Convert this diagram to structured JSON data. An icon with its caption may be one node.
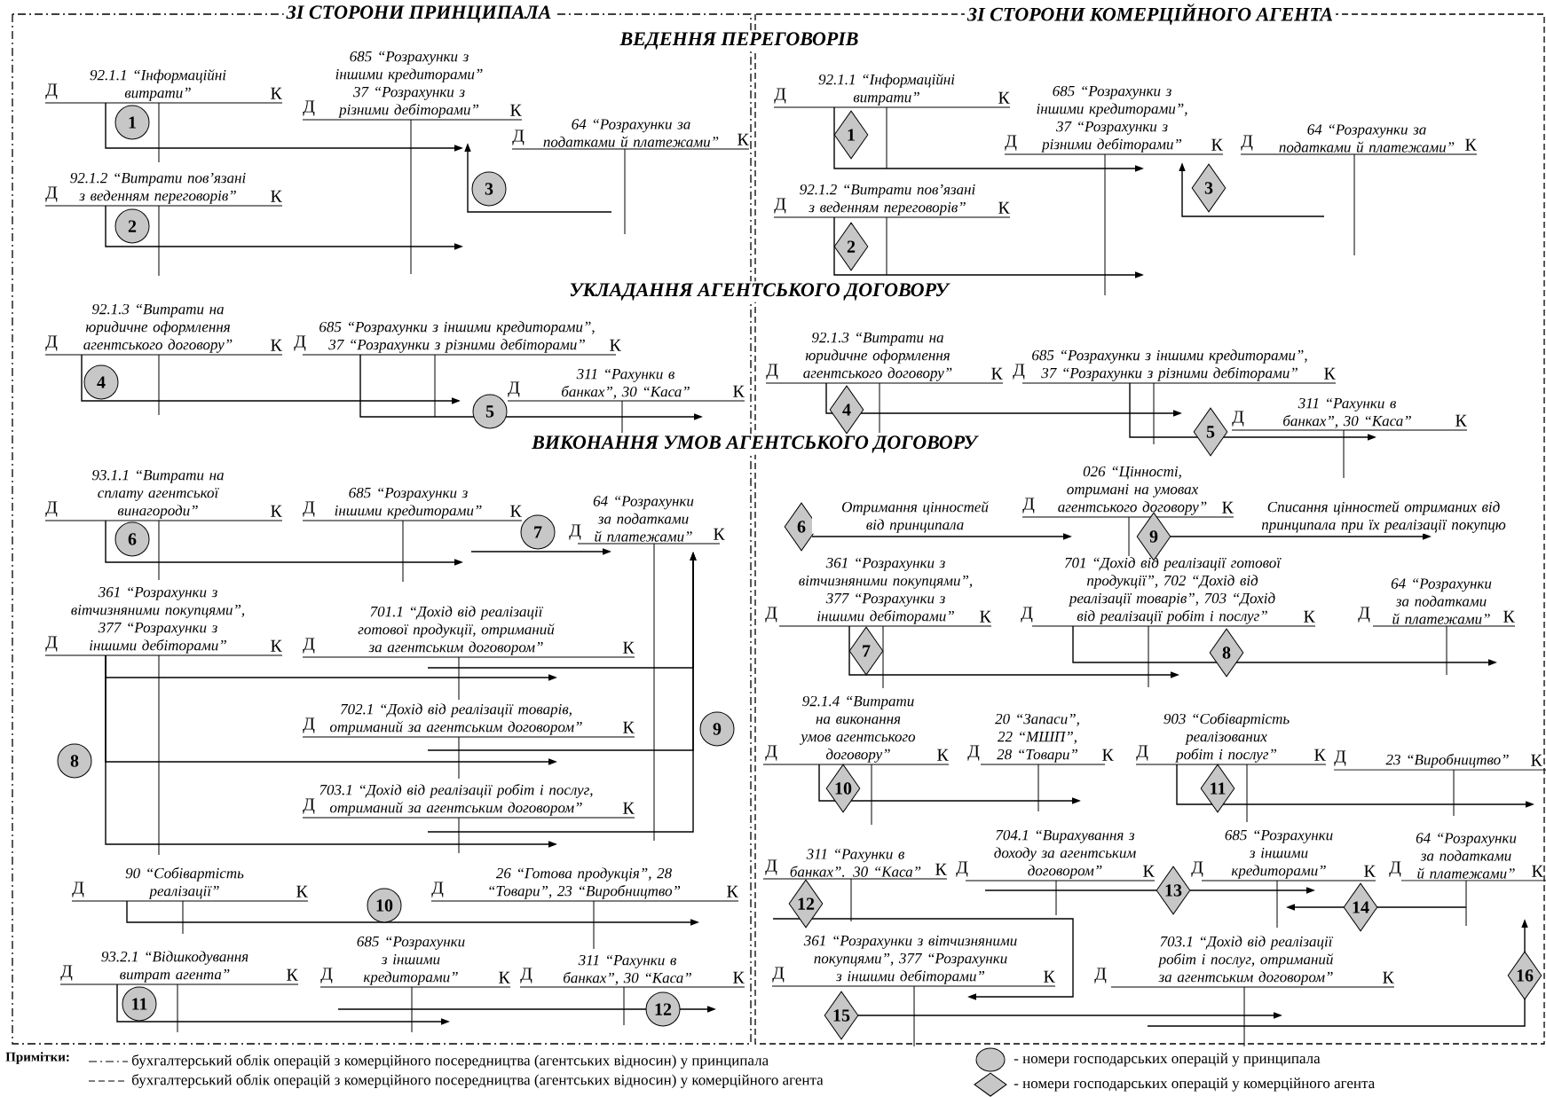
{
  "diagram": {
    "nodes": [
      {
        "text": [
          "ЗІ СТОРОНИ ПРИНЦИПАЛА"
        ]
      },
      {
        "text": [
          "Д",
          "92.1.1 “Інформаційні витрати”",
          "К"
        ],
        "in": 0
      },
      {
        "text": [
          "Д",
          "685 “Розрахунки з іншими кредиторами” 37 “Розрахунки з різними дебіторами”",
          "К"
        ],
        "in": 0
      },
      {
        "text": [
          "Д",
          "64 “Розрахунки за податками й платежами”",
          "К"
        ],
        "in": 0
      },
      {
        "text": [
          "Д",
          "92.1.2 “Витрати пов’язані з веденням переговорів”",
          "К"
        ],
        "in": 0
      },
      {
        "text": [
          "Д",
          "92.1.3 “Витрати на юридичне оформлення агентського договору”",
          "К"
        ],
        "in": 0
      },
      {
        "text": [
          "Д",
          "685 “Розрахунки з іншими кредиторами”, 37 “Розрахунки з різними дебіторами”",
          "К"
        ],
        "in": 0
      },
      {
        "text": [
          "Д",
          "311 “Рахунки в банках”, 30 “Каса”",
          "К"
        ],
        "in": 0
      },
      {
        "text": [
          "Д",
          "93.1.1 “Витрати на сплату агентської винагороди”",
          "К"
        ],
        "in": 0
      },
      {
        "text": [
          "Д",
          "685 “Розрахунки з іншими кредиторами”",
          "К"
        ],
        "in": 0
      },
      {
        "text": [
          "Д",
          "64 “Розрахунки за податками й платежами”",
          "К"
        ],
        "in": 0
      },
      {
        "text": [
          "Д",
          "361 “Розрахунки з вітчизняними покупцями”, 377 “Розрахунки з іншими дебіторами”",
          "К"
        ],
        "in": 0
      },
      {
        "text": [
          "Д",
          "701.1 “Дохід від реалізації готової продукції, отриманий за агентським договором”",
          "К"
        ],
        "in": 0
      },
      {
        "text": [
          "Д",
          "702.1 “Дохід від реалізації товарів, отриманий за агентським договором”",
          "К"
        ],
        "in": 0
      },
      {
        "text": [
          "Д",
          "703.1 “Дохід від реалізації робіт і послуг, отриманий за агентським договором”",
          "К"
        ],
        "in": 0
      },
      {
        "text": [
          "Д",
          "90 “Собівартість реалізації”",
          "К"
        ],
        "in": 0
      },
      {
        "text": [
          "Д",
          "26 “Готова продукція”, 28 “Товари”, 23 “Виробництво”",
          "К"
        ],
        "in": 0
      },
      {
        "text": [
          "Д",
          "93.2.1 “Відшкодування витрат агента”",
          "К"
        ],
        "in": 0
      },
      {
        "text": [
          "Д",
          "685 “Розрахунки з іншими кредиторами”",
          "К"
        ],
        "in": 0
      },
      {
        "text": [
          "Д",
          "311 “Рахунки в банках”, 30 “Каса”",
          "К"
        ],
        "in": 0
      },
      {
        "text": [
          "ЗІ СТОРОНИ КОМЕРЦІЙНОГО АГЕНТА"
        ]
      },
      {
        "text": [
          "Д",
          "92.1.1 “Інформаційні витрати”",
          "К"
        ],
        "in": 20
      },
      {
        "text": [
          "Д",
          "685 “Розрахунки з іншими кредиторами”, 37 “Розрахунки з різними дебіторами”",
          "К"
        ],
        "in": 20
      },
      {
        "text": [
          "Д",
          "64 “Розрахунки за податками й платежами”",
          "К"
        ],
        "in": 20
      },
      {
        "text": [
          "Д",
          "92.1.2 “Витрати пов’язані з веденням переговорів”",
          "К"
        ],
        "in": 20
      },
      {
        "text": [
          "Д",
          "92.1.3 “Витрати на юридичне оформлення агентського договору”",
          "К"
        ],
        "in": 20
      },
      {
        "text": [
          "Д",
          "685 “Розрахунки з іншими кредиторами”, 37 “Розрахунки з різними дебіторами”",
          "К"
        ],
        "in": 20
      },
      {
        "text": [
          "Д",
          "311 “Рахунки в банках”, 30 “Каса”",
          "К"
        ],
        "in": 20
      },
      {
        "text": [
          "Д",
          "026 “Цінності, отримані на умовах агентського договору”",
          "К"
        ],
        "in": 20
      },
      {
        "text": [
          "Д",
          "361 “Розрахунки з вітчизняними покупцями”, 377 “Розрахунки з іншими дебіторами”",
          "К"
        ],
        "in": 20
      },
      {
        "text": [
          "Д",
          "701 “Дохід від реалізації готової продукції”, 702 “Дохід від реалізації товарів”, 703 “Дохід від реалізації робіт і послуг”",
          "К"
        ],
        "in": 20
      },
      {
        "text": [
          "Д",
          "64 “Розрахунки за податками й платежами”",
          "К"
        ],
        "in": 20
      },
      {
        "text": [
          "Д",
          "92.1.4 “Витрати на виконання умов агентського договору”",
          "К"
        ],
        "in": 20
      },
      {
        "text": [
          "Д",
          "20 “Запаси”, 22 “МШП”, 28 “Товари”",
          "К"
        ],
        "in": 20
      },
      {
        "text": [
          "Д",
          "903 “Собівартість реалізованих робіт і послуг”",
          "К"
        ],
        "in": 20
      },
      {
        "text": [
          "Д",
          "23 “Виробництво”",
          "К"
        ],
        "in": 20
      },
      {
        "text": [
          "Д",
          "311 “Рахунки в банках”. 30 “Каса”",
          "К"
        ],
        "in": 20
      },
      {
        "text": [
          "Д",
          "704.1 “Вирахування з доходу за агентським договором”",
          "К"
        ],
        "in": 20
      },
      {
        "text": [
          "Д",
          "685 “Розрахунки з іншими кредиторами”",
          "К"
        ],
        "in": 20
      },
      {
        "text": [
          "Д",
          "64 “Розрахунки за податками й платежами”",
          "К"
        ],
        "in": 20
      },
      {
        "text": [
          "Д",
          "361 “Розрахунки з вітчизняними покупцями”, 377 “Розрахунки з іншими дебіторами”",
          "К"
        ],
        "in": 20
      },
      {
        "text": [
          "Д",
          "703.1 “Дохід від реалізації робіт і послуг, отриманий за агентським договором”",
          "К"
        ],
        "in": 20
      },
      {
        "text": [
          "6"
        ],
        "in": 20
      },
      {
        "text": [
          "9"
        ],
        "in": 20
      },
      {
        "text": [
          "13"
        ],
        "in": 20
      }
    ],
    "edges": [
      {
        "from": 1,
        "to": 2,
        "arrow": "to",
        "label": "1"
      },
      {
        "from": 4,
        "to": 2,
        "arrow": "to",
        "label": "2"
      },
      {
        "from": 3,
        "to": 2,
        "arrow": "to",
        "label": "3"
      },
      {
        "from": 5,
        "to": 6,
        "arrow": "to",
        "label": "4"
      },
      {
        "from": 6,
        "to": 7,
        "arrow": "to",
        "label": "5"
      },
      {
        "from": 8,
        "to": 9,
        "arrow": "to",
        "label": "6"
      },
      {
        "from": 9,
        "to": 10,
        "arrow": "to",
        "label": "7"
      },
      {
        "from": 11,
        "to": 12,
        "arrow": "to"
      },
      {
        "from": 11,
        "to": 13,
        "arrow": "to",
        "label": "8"
      },
      {
        "from": 11,
        "to": 14,
        "arrow": "to"
      },
      {
        "from": 12,
        "to": 10,
        "arrow": "to"
      },
      {
        "from": 13,
        "to": 10,
        "arrow": "to",
        "label": "9"
      },
      {
        "from": 14,
        "to": 10,
        "arrow": "to"
      },
      {
        "from": 15,
        "to": 16,
        "arrow": "to",
        "label": "10"
      },
      {
        "from": 17,
        "to": 18,
        "arrow": "to",
        "label": "11"
      },
      {
        "from": 18,
        "to": 19,
        "arrow": "to",
        "label": "12"
      },
      {
        "from": 21,
        "to": 22,
        "arrow": "to",
        "label": "1"
      },
      {
        "from": 24,
        "to": 22,
        "arrow": "to",
        "label": "2"
      },
      {
        "from": 23,
        "to": 22,
        "arrow": "to",
        "label": "3"
      },
      {
        "from": 25,
        "to": 26,
        "arrow": "to",
        "label": "4"
      },
      {
        "from": 26,
        "to": 27,
        "arrow": "to",
        "label": "5"
      },
      {
        "from": 42,
        "to": 28,
        "arrow": "to",
        "label": "Отримання цінностей від принципала"
      },
      {
        "from": 43,
        "to": null,
        "arrow": "to",
        "label": "Списання цінностей отриманих від принципала при їх реалізації покупцю"
      },
      {
        "from": 29,
        "to": 30,
        "arrow": "to",
        "label": "7"
      },
      {
        "from": 30,
        "to": 31,
        "arrow": "to",
        "label": "8"
      },
      {
        "from": 32,
        "to": 33,
        "arrow": "to",
        "label": "10"
      },
      {
        "from": 34,
        "to": 35,
        "arrow": "to",
        "label": "11"
      },
      {
        "from": 36,
        "to": 40,
        "arrow": "to",
        "label": "12"
      },
      {
        "from": 37,
        "to": 44,
        "arrow": "none"
      },
      {
        "from": 39,
        "to": 38,
        "arrow": "to",
        "label": "14"
      },
      {
        "from": 40,
        "to": 41,
        "arrow": "to",
        "label": "15"
      },
      {
        "from": 41,
        "to": 39,
        "arrow": "to",
        "label": "16"
      },
      {
        "from": 44,
        "to": 38,
        "arrow": "to"
      }
    ],
    "labels": [
      "ВЕДЕННЯ ПЕРЕГОВОРІВ",
      "УКЛАДАННЯ АГЕНТСЬКОГО ДОГОВОРУ",
      "ВИКОНАННЯ УМОВ АГЕНТСЬКОГО ДОГОВОРУ",
      "Примітки:"
    ],
    "legend": [
      {
        "text": "бухгалтерський облік операцій з комерційного посередництва (агентських відносин) у принципала"
      },
      {
        "text": "бухгалтерський облік операцій з комерційного посередництва (агентських відносин) у комерційного агента"
      },
      {
        "text": "- номери господарських операцій у принципала"
      },
      {
        "text": "- номери господарських операцій у комерційного агента"
      }
    ]
  }
}
